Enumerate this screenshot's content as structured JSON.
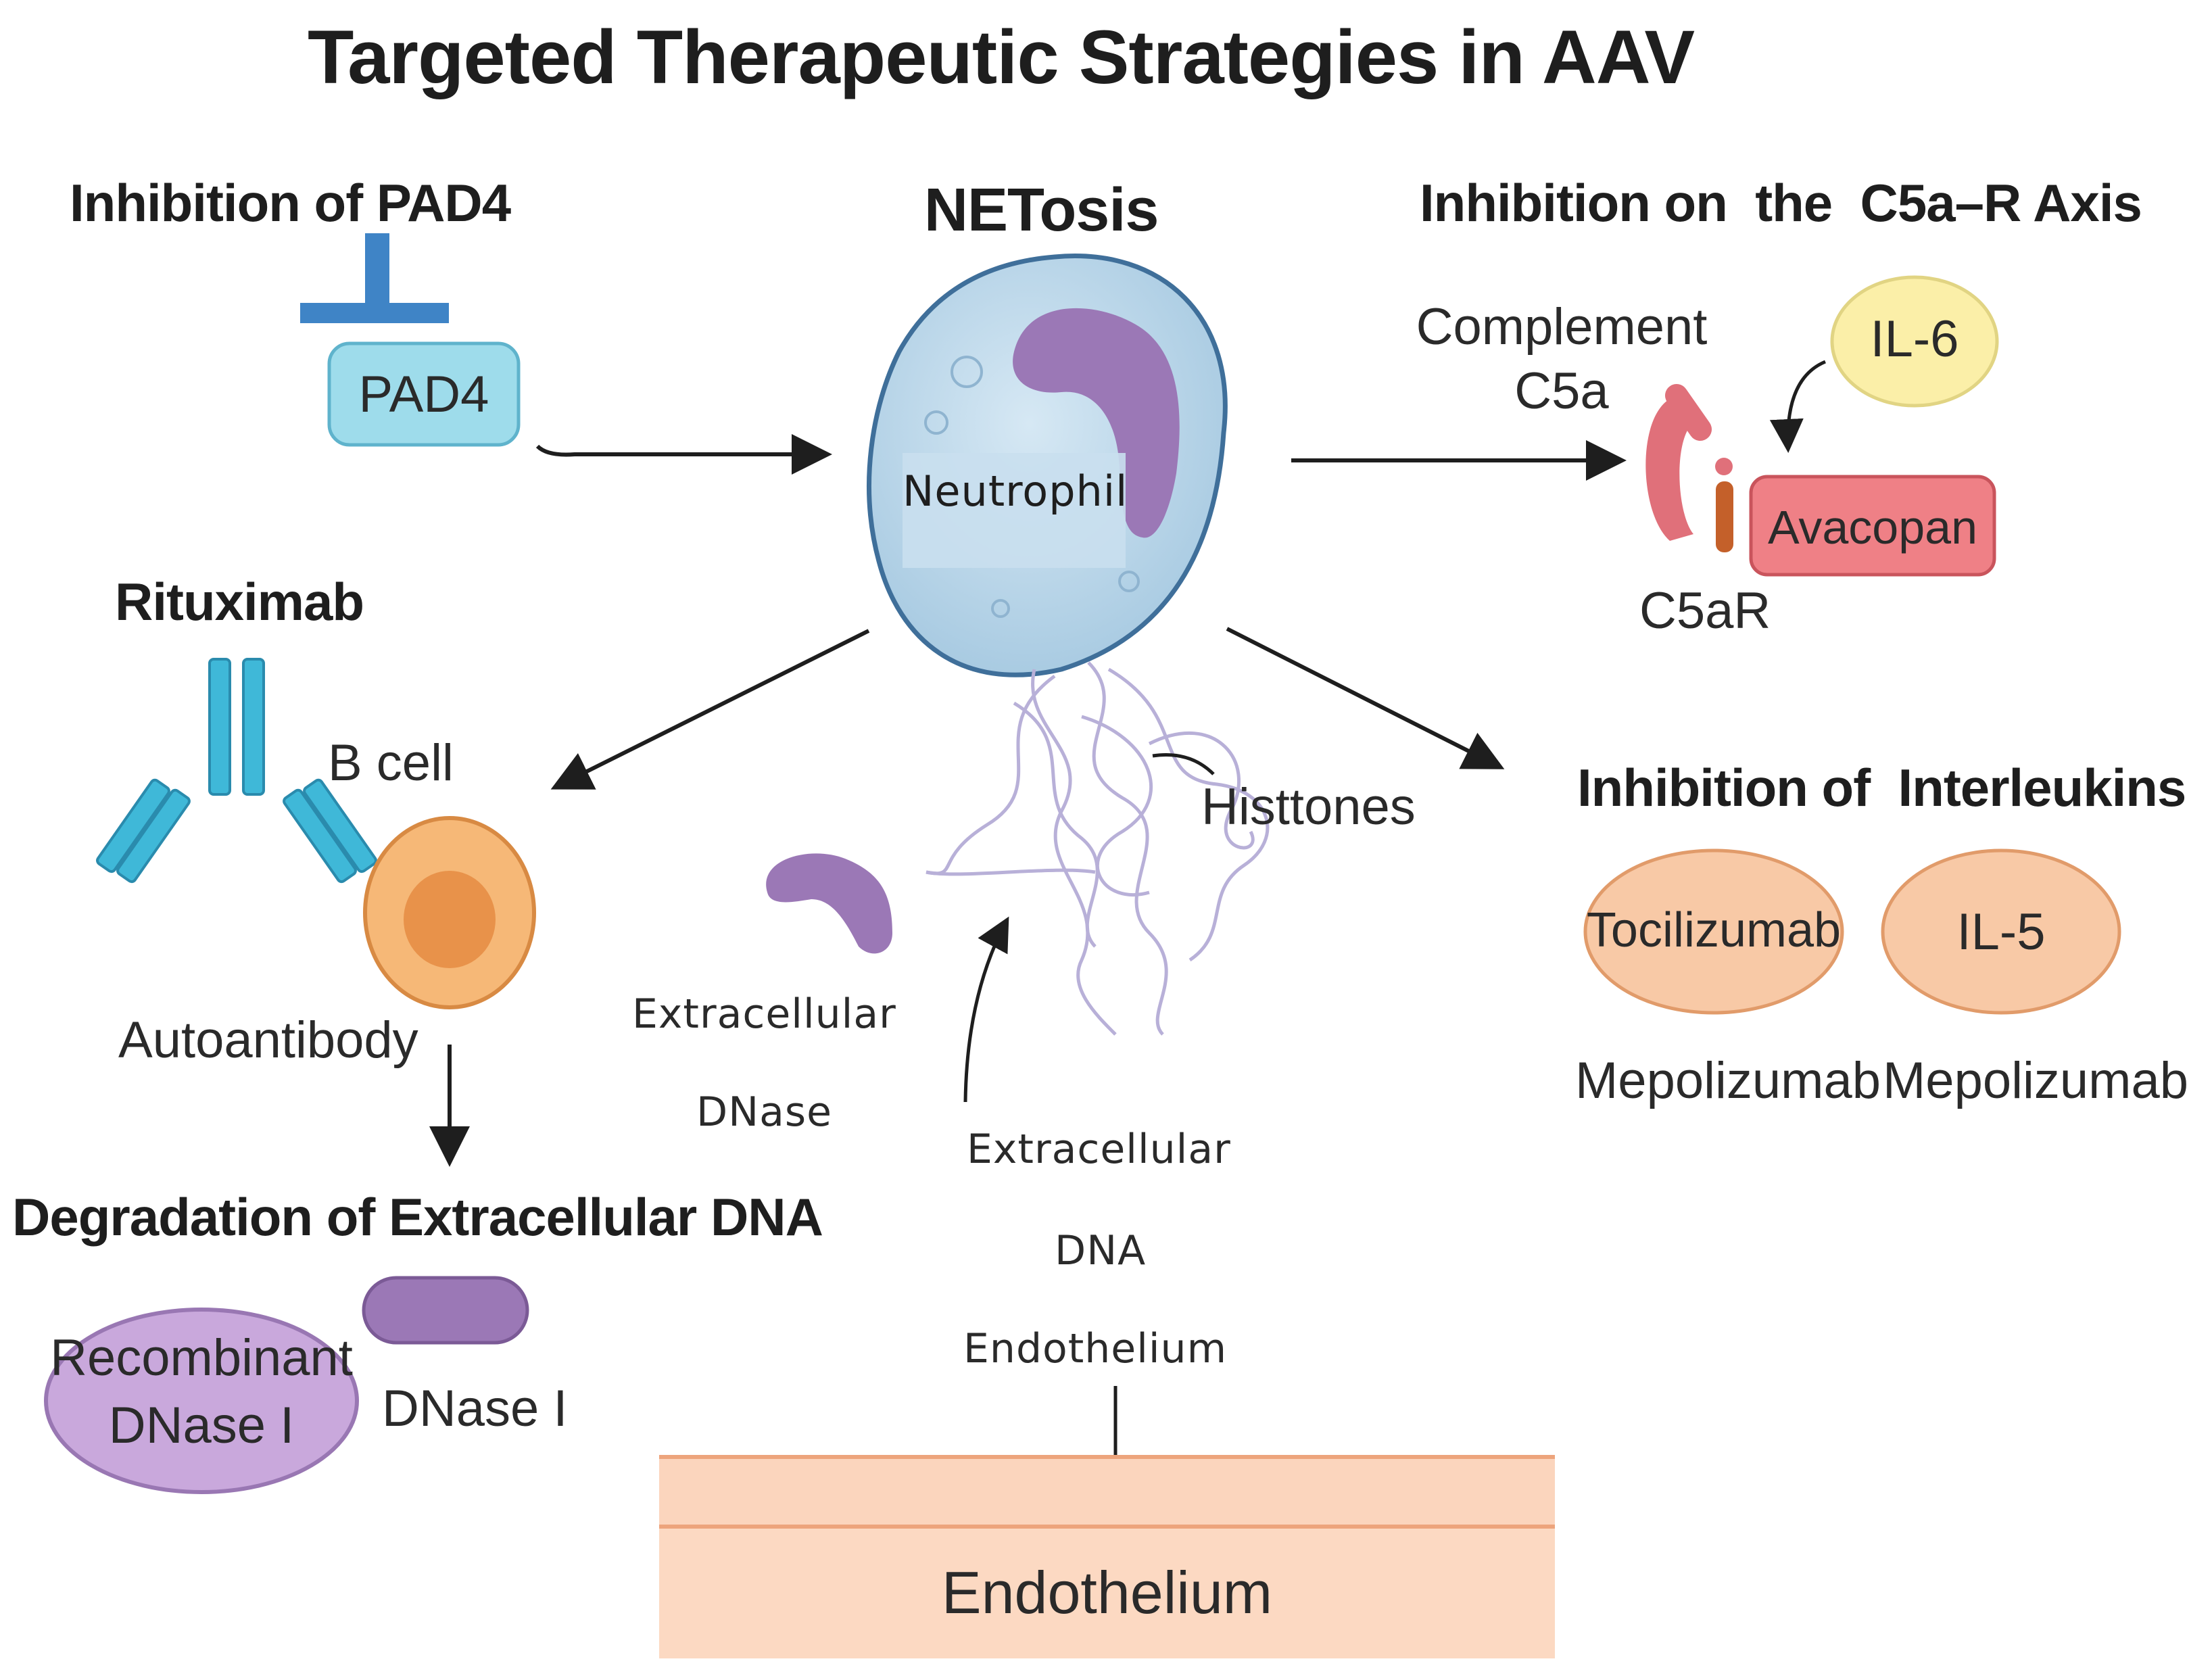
{
  "title": "Targeted Therapeutic Strategies in AAV",
  "headers": {
    "pad4": "Inhibition of PAD4",
    "netosis": "NETosis",
    "c5a": "Inhibition on  the  C5a–R Axis",
    "rituximab": "Rituximab",
    "interleukins": "Inhibition of  Interleukins",
    "degradation": "Degradation of Extracellular DNA"
  },
  "labels": {
    "pad4": "PAD4",
    "neutrophil": "Neutrophil",
    "complement_line1": "Complement",
    "complement_line2": "C5a",
    "il6": "IL-6",
    "avacopan": "Avacopan",
    "c5ar": "C5aR",
    "b_cell": "B cell",
    "autoantibody": "Autoantibody",
    "histones": "Histtones",
    "extracellular_dnase_line1": "Extracellular",
    "extracellular_dnase_line2": "DNase",
    "extracellular_dna_line1": "Extracellular",
    "extracellular_dna_line2": "DNA",
    "endothelium_small": "Endothelium",
    "tocilizumab": "Tocilizumab",
    "il5": "IL-5",
    "mepolizumab_1": "Mepolizumab",
    "mepolizumab_2": "Mepolizumab",
    "recombinant_line1": "Recombinant",
    "recombinant_line2": "DNase I",
    "dnase1": "DNase I",
    "endothelium": "Endothelium"
  },
  "colors": {
    "arrow": "#1e1e1e",
    "pad4_fill": "#9edceb",
    "inhibitor_blue": "#3f84c6",
    "cell_fill": "#b9d7ea",
    "nucleus_purple": "#9b78b6",
    "receptor_red": "#e0707a",
    "avacopan_fill": "#ef8086",
    "il6_fill": "#fbefa8",
    "antibody_blue": "#3fb8d8",
    "bcell_orange": "#f6b877",
    "interleukin_peach": "#f8c9a6",
    "dnase_lilac": "#c9a8dc",
    "endothelium_peach": "#fbd5bd"
  }
}
